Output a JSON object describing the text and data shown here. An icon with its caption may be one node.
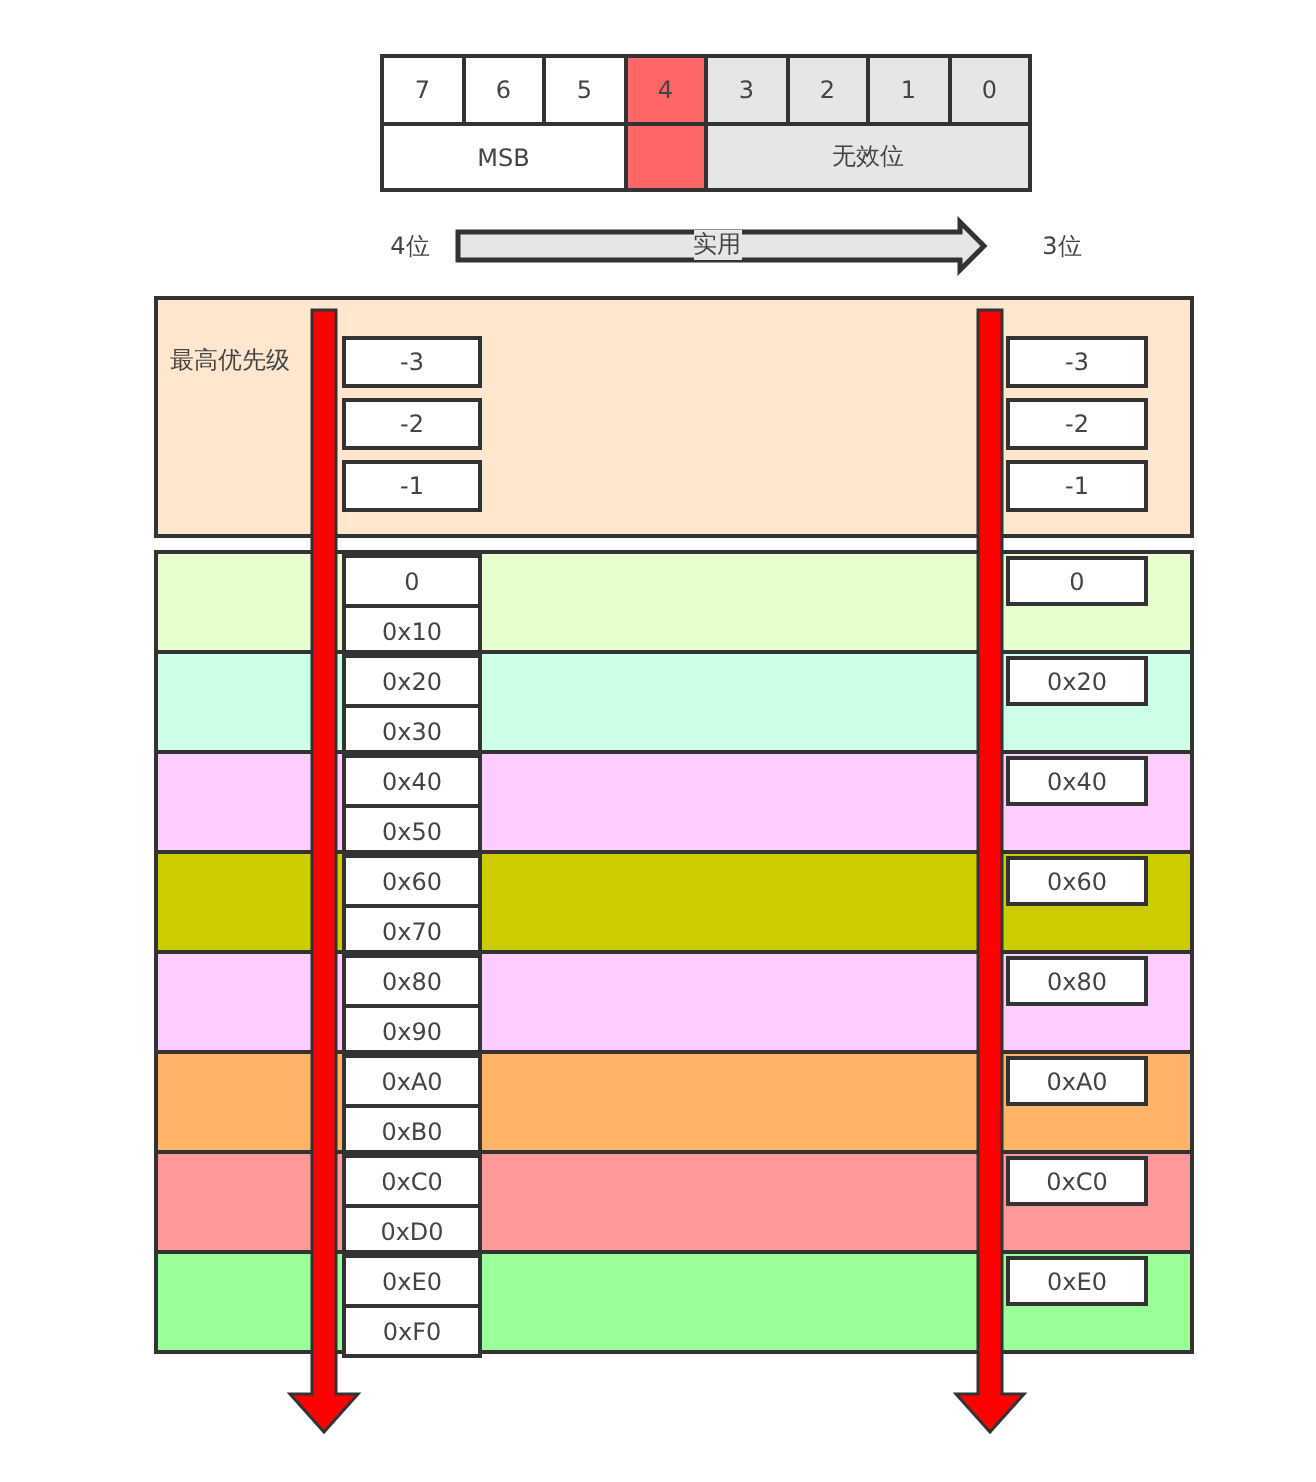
{
  "diagram": {
    "nodes": [
      {
        "text": [
          "7"
        ]
      },
      {
        "text": [
          "6"
        ]
      },
      {
        "text": [
          "5"
        ]
      },
      {
        "text": [
          "4"
        ]
      },
      {
        "text": [
          "3"
        ]
      },
      {
        "text": [
          "2"
        ]
      },
      {
        "text": [
          "1"
        ]
      },
      {
        "text": [
          "0"
        ]
      },
      {
        "text": [
          "MSB"
        ]
      },
      {
        "text": [],
        "shape": "box"
      },
      {
        "text": [
          "无效位"
        ]
      },
      {
        "text": [
          "4位"
        ]
      },
      {
        "text": [
          "3位"
        ]
      },
      {
        "text": [
          "最高优先级"
        ]
      },
      {
        "text": [
          "-3"
        ],
        "in": 13
      },
      {
        "text": [
          "-2"
        ],
        "in": 13
      },
      {
        "text": [
          "-1"
        ],
        "in": 13
      },
      {
        "text": [
          "-3"
        ],
        "in": 13
      },
      {
        "text": [
          "-2"
        ],
        "in": 13
      },
      {
        "text": [
          "-1"
        ],
        "in": 13
      },
      {
        "text": [],
        "shape": "box"
      },
      {
        "text": [
          "0"
        ],
        "in": 20
      },
      {
        "text": [
          "0x10"
        ],
        "in": 20
      },
      {
        "text": [
          "0"
        ],
        "in": 20
      },
      {
        "text": [],
        "shape": "box"
      },
      {
        "text": [
          "0x20"
        ],
        "in": 24
      },
      {
        "text": [
          "0x30"
        ],
        "in": 24
      },
      {
        "text": [
          "0x20"
        ],
        "in": 24
      },
      {
        "text": [],
        "shape": "box"
      },
      {
        "text": [
          "0x40"
        ],
        "in": 28
      },
      {
        "text": [
          "0x50"
        ],
        "in": 28
      },
      {
        "text": [
          "0x40"
        ],
        "in": 28
      },
      {
        "text": [],
        "shape": "box"
      },
      {
        "text": [
          "0x60"
        ],
        "in": 32
      },
      {
        "text": [
          "0x70"
        ],
        "in": 32
      },
      {
        "text": [
          "0x60"
        ],
        "in": 32
      },
      {
        "text": [],
        "shape": "box"
      },
      {
        "text": [
          "0x80"
        ],
        "in": 36
      },
      {
        "text": [
          "0x90"
        ],
        "in": 36
      },
      {
        "text": [
          "0x80"
        ],
        "in": 36
      },
      {
        "text": [],
        "shape": "box"
      },
      {
        "text": [
          "0xA0"
        ],
        "in": 40
      },
      {
        "text": [
          "0xB0"
        ],
        "in": 40
      },
      {
        "text": [
          "0xA0"
        ],
        "in": 40
      },
      {
        "text": [],
        "shape": "box"
      },
      {
        "text": [
          "0xC0"
        ],
        "in": 44
      },
      {
        "text": [
          "0xD0"
        ],
        "in": 44
      },
      {
        "text": [
          "0xC0"
        ],
        "in": 44
      },
      {
        "text": [],
        "shape": "box"
      },
      {
        "text": [
          "0xE0"
        ],
        "in": 48
      },
      {
        "text": [
          "0xF0"
        ],
        "in": 48
      },
      {
        "text": [
          "0xE0"
        ],
        "in": 48
      }
    ],
    "edges": [
      {
        "from": 11,
        "to": 12,
        "arrow": "to",
        "label": "实用",
        "style": "thick"
      }
    ]
  }
}
